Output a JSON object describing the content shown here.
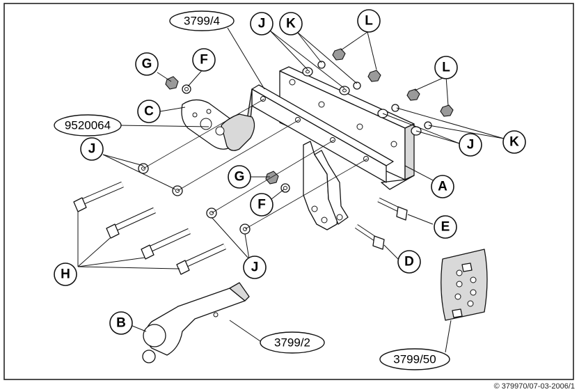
{
  "labels": {
    "ref_3799_4": "3799/4",
    "ref_9520064": "9520064",
    "ref_3799_2": "3799/2",
    "ref_3799_50": "3799/50",
    "J": "J",
    "K": "K",
    "L": "L",
    "G": "G",
    "F": "F",
    "C": "C",
    "A": "A",
    "E": "E",
    "D": "D",
    "H": "H",
    "B": "B"
  },
  "copyright": "© 379970/07-03-2006/1"
}
